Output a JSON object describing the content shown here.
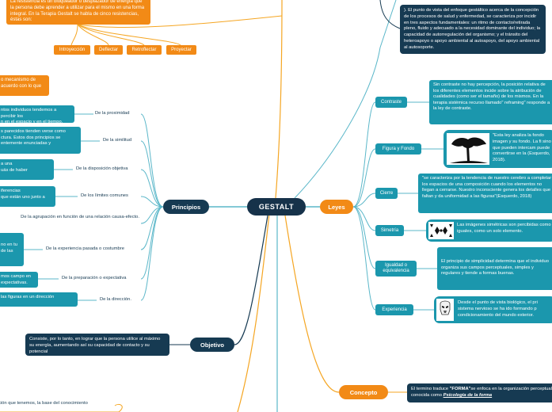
{
  "center": "GESTALT",
  "main": {
    "principios": "Principios",
    "leyes": "Leyes",
    "objetivo": "Objetivo",
    "concepto": "Concepto"
  },
  "top_text": "La resistencia es un bloqueador o desplazador de energía que la persona debe aprender a utilizar para el mismo en una forma integral. En la Terapia Gestalt se habla de cinco resistencias, éstas son:",
  "resistencias": [
    "Introyección",
    "Deflectar",
    "Retroflectar",
    "Proyectar"
  ],
  "left_fragment_1": "o mecanismo de\nacuerdo con lo que",
  "principios": [
    {
      "label": "De la proximidad",
      "text": "ntos individuos tendemos a percibir los\nn en el espacio y en el tiempo."
    },
    {
      "label": "De la similitud",
      "text": "s parecidos tienden verse como\nctura. Estos dos principios se\nentemente enunciadas y"
    },
    {
      "label": "De la disposición objetiva",
      "text": "a una\nuás de haber"
    },
    {
      "label": "De los límites comunes",
      "text": "iferencias\nque están uno junto a"
    },
    {
      "label": "De la agrupación en función de una relación causa-efecto.",
      "text": ""
    },
    {
      "label": "De la experiencia pasada o costumbre",
      "text": "no en tu\nde las"
    },
    {
      "label": "De la preparación o expectativa",
      "text": "mos campo en\nexpectativas."
    },
    {
      "label": "De la dirección.",
      "text": "las figuras en un dirección"
    }
  ],
  "objetivo_text": "Consiste, por lo tanto, en lograr que la persona utilice al máximo su energía, aumentando así su capacidad de contacto y su potencial",
  "bottom_left_text": "ción que tenemos, la base del conocimiento",
  "top_right_text": "). El punto de vista del enfoque gestáltico acerca de la concepción de los procesos de salud y enfermedad, se caracteriza por incidir en tres aspectos fundamentales: un ritmo de contacto/retirada pleno, fluido y adecuado a la necesidad dominante del individuo; la capacidad de autorregulación del organismo; y el tránsito del heteroapoyo o apoyo ambiental al autoapoyo, del apoyo ambiental al autosoporte.",
  "leyes": [
    {
      "label": "Contraste",
      "text": "Sin contraste no hay percepción, la posición relativa de los diferentes elementos incide sobre la atribución de cualidades (como ser el tamaño) de los mismos. En la terapia sistémica recurso llamado\" reframing\" responde a la ley de contraste."
    },
    {
      "label": "Figura y Fondo",
      "text": "\"Esta ley analiza la fondo imagen y su fondo. La fi sino que pueden intercam puede convertirse en la (Esquerdo, 2018)."
    },
    {
      "label": "Cierre",
      "text": "\"se caracteriza por la tendencia de nuestro cerebro a completar los espacios de una composición cuando los elementos no llegan a cerrarse. Nuestro inconsciente genera los detalles que faltan y da uniformidad a las figuras\"(Esquerdo, 2018)"
    },
    {
      "label": "Simetría",
      "text": "Las imágenes simétricas son percibidas como iguales, como un solo elemento."
    },
    {
      "label": "Igualdad o equivalencia",
      "text": "El principio de simplicidad determina que el individuo organiza sus campos perceptuales, simples y regulares y tiende a formas buenas."
    },
    {
      "label": "Experiencia",
      "text": "Desde el punto de vista biológico, el pri sistema nervioso se ha ido formando p condicionamiento del mundo exterior."
    }
  ],
  "concepto_text_a": "El termino traduce ",
  "concepto_bold": "\"FORMA\"",
  "concepto_text_b": "se enfoca en la organización perceptual conocida como ",
  "concepto_link": "Psicología de la forma",
  "colors": {
    "navy": "#163a52",
    "teal": "#1b97ad",
    "orange": "#f28a16",
    "orange_line": "#f5a623",
    "teal_line": "#5bb7c9"
  }
}
